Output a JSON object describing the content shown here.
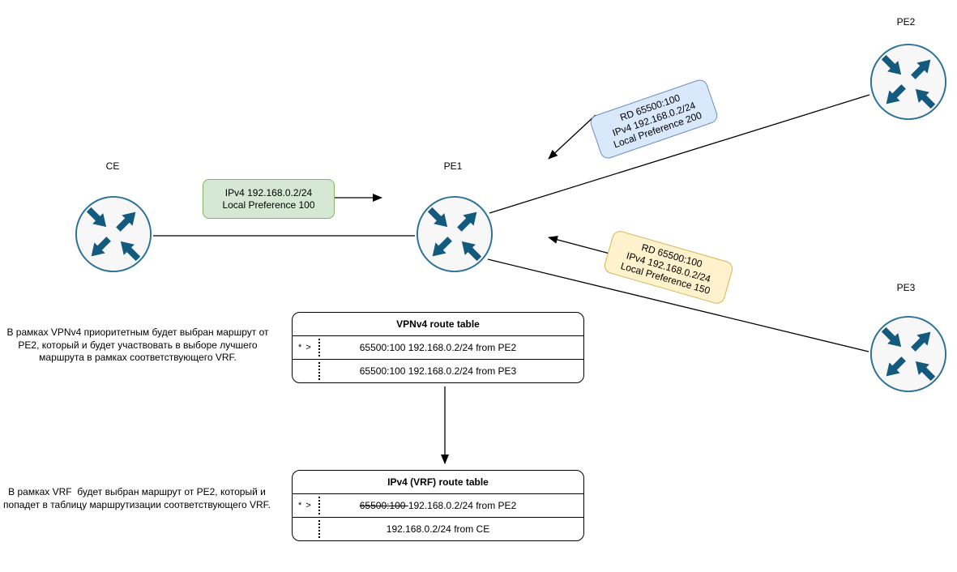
{
  "colors": {
    "line_color": "#000000",
    "green_fill": "#d5e8d4",
    "green_stroke": "#82b366",
    "blue_fill": "#dae8fc",
    "blue_stroke": "#6c8ebf",
    "yellow_fill": "#fff2cc",
    "yellow_stroke": "#d6b656",
    "router_fill": "#f7f7f7",
    "router_ring": "#2d7296",
    "router_arrow": "#14597e"
  },
  "routers": {
    "ce": {
      "label": "CE"
    },
    "pe1": {
      "label": "PE1"
    },
    "pe2": {
      "label": "PE2"
    },
    "pe3": {
      "label": "PE3"
    }
  },
  "route_labels": {
    "ce_advert": {
      "lines": [
        "IPv4 192.168.0.2/24",
        "Local Preference 100"
      ]
    },
    "pe2_advert": {
      "lines": [
        "RD 65500:100",
        "IPv4 192.168.0.2/24",
        "Local Preference 200"
      ]
    },
    "pe3_advert": {
      "lines": [
        "RD 65500:100",
        "IPv4 192.168.0.2/24",
        "Local Preference 150"
      ]
    }
  },
  "tables": {
    "vpnv4": {
      "title": "VPNv4 route table",
      "rows": [
        {
          "marker": "* >",
          "struck": "",
          "route": "65500:100 192.168.0.2/24 from PE2"
        },
        {
          "marker": "",
          "struck": "",
          "route": "65500:100 192.168.0.2/24 from PE3"
        }
      ]
    },
    "vrf": {
      "title": "IPv4 (VRF) route table",
      "rows": [
        {
          "marker": "* >",
          "struck": "65500:100 ",
          "route": "192.168.0.2/24 from PE2"
        },
        {
          "marker": "",
          "struck": "",
          "route": "192.168.0.2/24 from CE"
        }
      ]
    }
  },
  "annotations": {
    "vpnv4_note": "В рамках VPNv4 приоритетным будет выбран маршрут от PE2, который и будет участвовать в выборе лучшего маршрута в рамках соответствующего VRF.",
    "vrf_note": "В рамках VRF  будет выбран маршрут от PE2, который и попадет в таблицу маршрутизации соответствующего VRF."
  }
}
